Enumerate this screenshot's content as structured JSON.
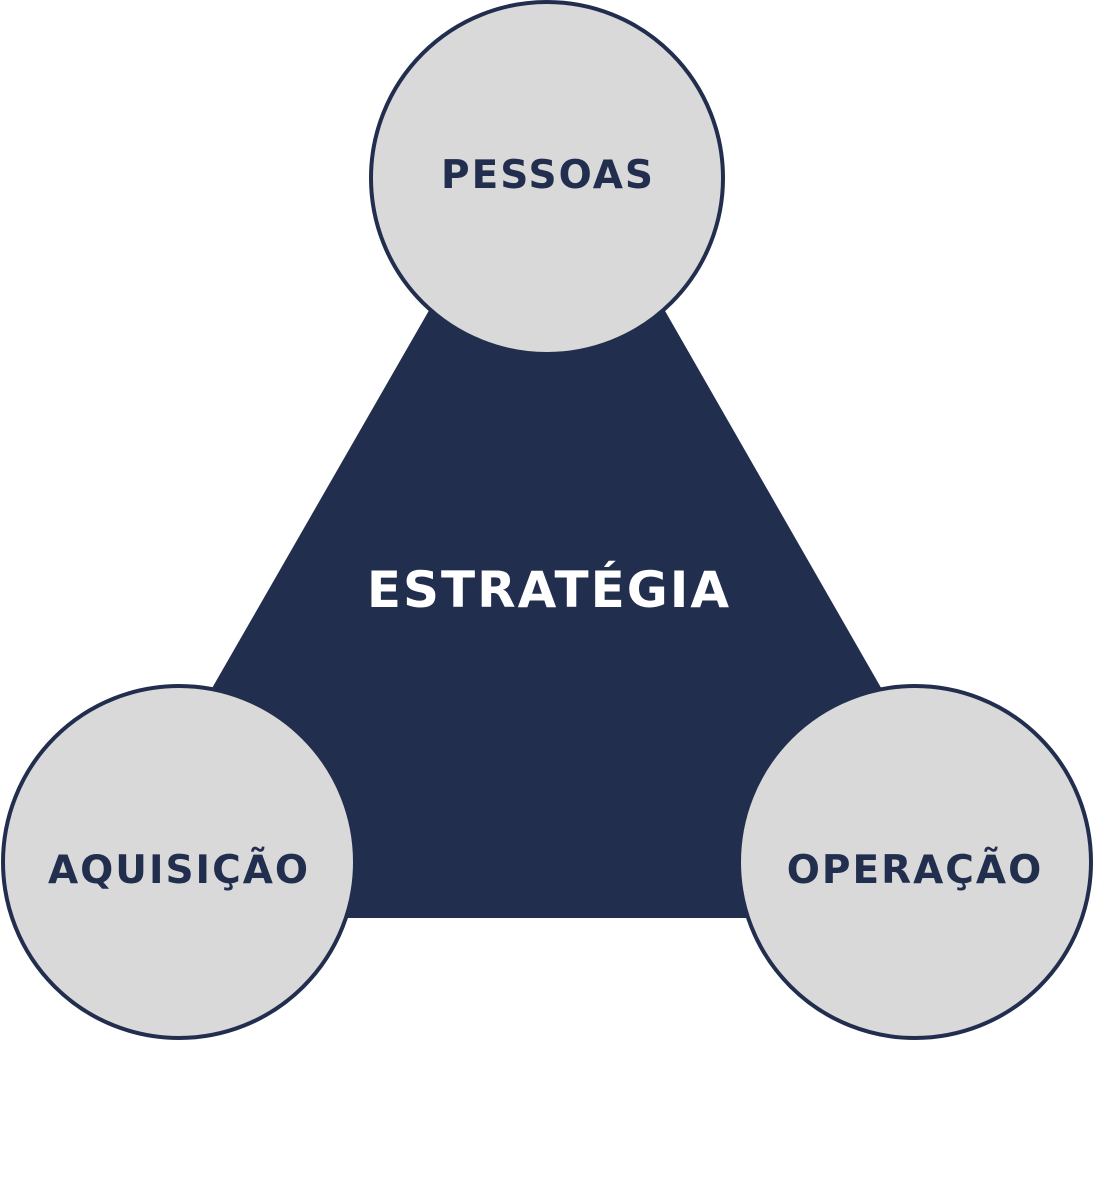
{
  "center": {
    "label": "ESTRATÉGIA"
  },
  "nodes": [
    {
      "id": "pessoas",
      "label": "PESSOAS"
    },
    {
      "id": "aquisicao",
      "label": "AQUISIÇÃO"
    },
    {
      "id": "operacao",
      "label": "OPERAÇÃO"
    }
  ],
  "colors": {
    "navy": "#222e4e",
    "circle_fill": "#d9d9d9",
    "center_text": "#ffffff"
  }
}
